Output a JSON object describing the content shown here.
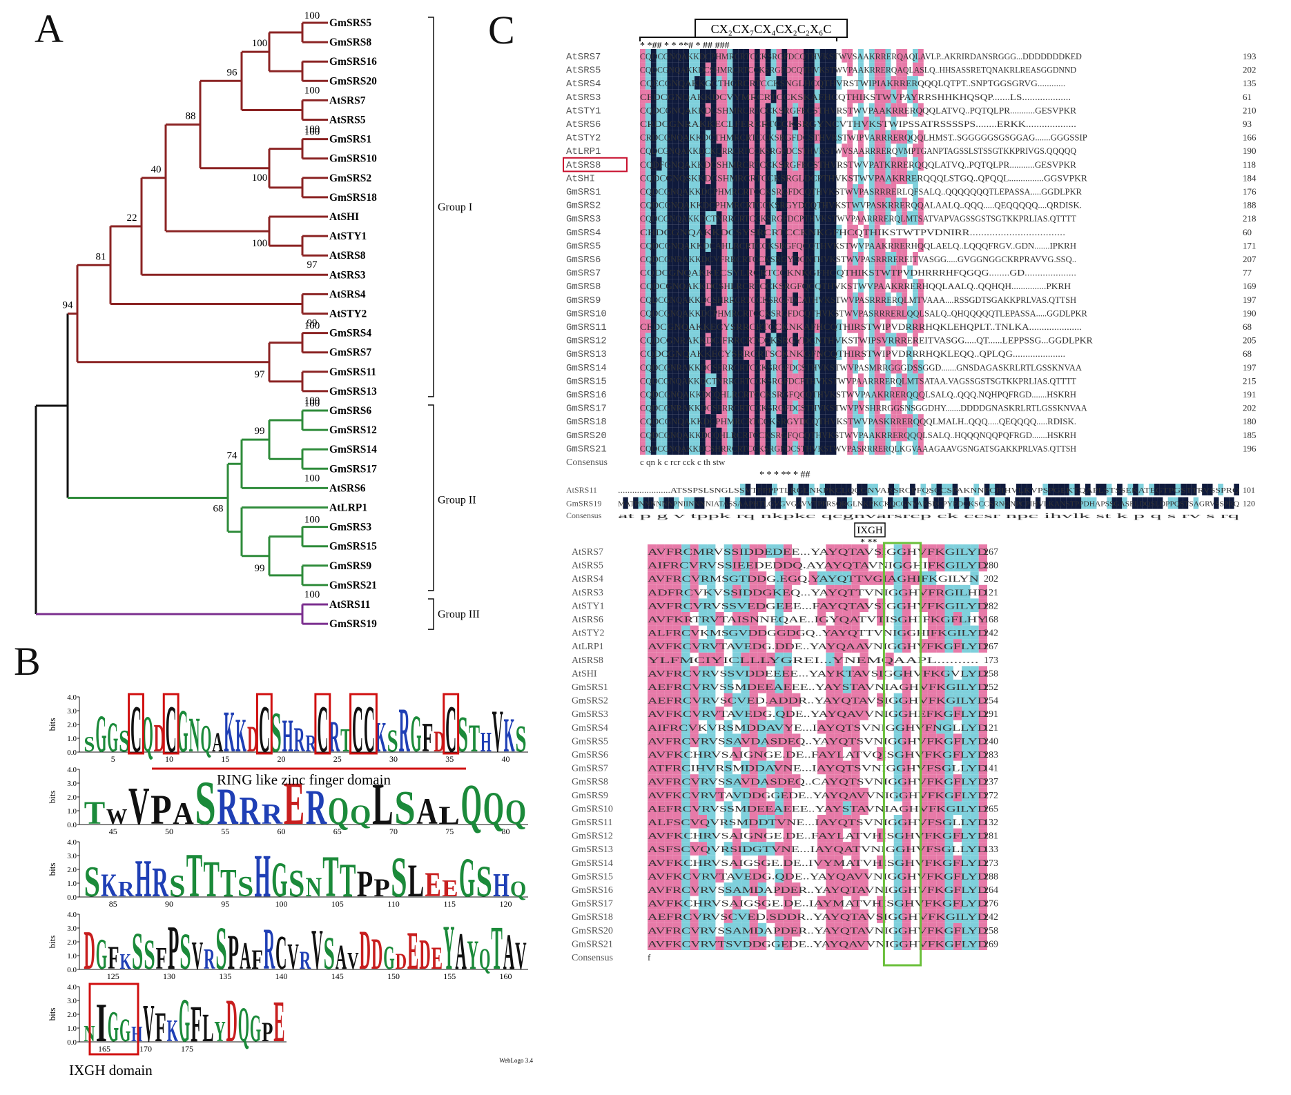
{
  "panels": {
    "a": "A",
    "b": "B",
    "c": "C"
  },
  "tree": {
    "leaves": [
      {
        "name": "GmSRS5",
        "color": "#8b2323"
      },
      {
        "name": "GmSRS8",
        "color": "#8b2323"
      },
      {
        "name": "GmSRS16",
        "color": "#8b2323"
      },
      {
        "name": "GmSRS20",
        "color": "#8b2323"
      },
      {
        "name": "AtSRS7",
        "color": "#8b2323"
      },
      {
        "name": "AtSRS5",
        "color": "#8b2323"
      },
      {
        "name": "GmSRS1",
        "color": "#8b2323"
      },
      {
        "name": "GmSRS10",
        "color": "#8b2323"
      },
      {
        "name": "GmSRS2",
        "color": "#8b2323"
      },
      {
        "name": "GmSRS18",
        "color": "#8b2323"
      },
      {
        "name": "AtSHI",
        "color": "#8b2323"
      },
      {
        "name": "AtSTY1",
        "color": "#8b2323"
      },
      {
        "name": "AtSRS8",
        "color": "#8b2323"
      },
      {
        "name": "AtSRS3",
        "color": "#8b2323"
      },
      {
        "name": "AtSRS4",
        "color": "#8b2323"
      },
      {
        "name": "AtSTY2",
        "color": "#8b2323"
      },
      {
        "name": "GmSRS4",
        "color": "#8b2323"
      },
      {
        "name": "GmSRS7",
        "color": "#8b2323"
      },
      {
        "name": "GmSRS11",
        "color": "#8b2323"
      },
      {
        "name": "GmSRS13",
        "color": "#8b2323"
      },
      {
        "name": "GmSRS6",
        "color": "#2e8b3a"
      },
      {
        "name": "GmSRS12",
        "color": "#2e8b3a"
      },
      {
        "name": "GmSRS14",
        "color": "#2e8b3a"
      },
      {
        "name": "GmSRS17",
        "color": "#2e8b3a"
      },
      {
        "name": "AtSRS6",
        "color": "#2e8b3a"
      },
      {
        "name": "AtLRP1",
        "color": "#2e8b3a"
      },
      {
        "name": "GmSRS3",
        "color": "#2e8b3a"
      },
      {
        "name": "GmSRS15",
        "color": "#2e8b3a"
      },
      {
        "name": "GmSRS9",
        "color": "#2e8b3a"
      },
      {
        "name": "GmSRS21",
        "color": "#2e8b3a"
      },
      {
        "name": "AtSRS11",
        "color": "#7b2f8f"
      },
      {
        "name": "GmSRS19",
        "color": "#7b2f8f"
      }
    ],
    "bootstrap": [
      "100",
      "100",
      "96",
      "100",
      "88",
      "100",
      "100",
      "100",
      "40",
      "22",
      "100",
      "97",
      "81",
      "99",
      "94",
      "100",
      "97",
      "100",
      "100",
      "99",
      "74",
      "68",
      "100",
      "99",
      "100",
      "100"
    ],
    "groups": [
      "Group I",
      "Group II",
      "Group III"
    ]
  },
  "logo": {
    "rows": [
      {
        "ticks": [
          "5",
          "10",
          "15",
          "20",
          "25",
          "30",
          "35",
          "40"
        ]
      },
      {
        "ticks": [
          "45",
          "50",
          "55",
          "60",
          "65",
          "70",
          "75",
          "80"
        ]
      },
      {
        "ticks": [
          "85",
          "90",
          "95",
          "100",
          "105",
          "110",
          "115",
          "120"
        ]
      },
      {
        "ticks": [
          "125",
          "130",
          "135",
          "140",
          "145",
          "150",
          "155",
          "160"
        ]
      },
      {
        "ticks": [
          "165",
          "170",
          "175"
        ]
      }
    ],
    "y_ticks": [
      "4.0",
      "3.0",
      "2.0",
      "1.0",
      "0.0"
    ],
    "y_label": "bits",
    "ring_label": "RING like zinc finger domain",
    "ixgh_label": "IXGH domain",
    "credit": "WebLogo 3.4",
    "seq1": "SGGSCQDCGNQAKKDCSHRRCRTCCKSRGFDCSTHVKS",
    "seq2": "TWVPASRRRERQQLSALQQQ",
    "seq3": "SKRHRSTTTSHGSNTTPPSLEEGSHQ",
    "seq4": "DGFKSSFPSVRSPAFRCVRVSAVDDGDEDEYAYQTAV",
    "seq5": "NIGGHVFKGFLYDQGPE"
  },
  "alignment": {
    "motif1": "CX₂CX₇CX₄CX₂C₂X₆C",
    "motif2": "IXGH",
    "block1": [
      {
        "name": "AtSRS7",
        "seq": "CQDCGNQAKKDCPHMRCRTCCKSRGFDCQTHVKSTWVSAAKRRERQAQLAVLP..AKRIRDANSRGGG...DDDDDDDKED",
        "num": "193"
      },
      {
        "name": "AtSRS5",
        "seq": "CQDCGNQAKKDCSHMRCRTCCKSRGFDCQTHVKSTWVPAAKRRERQAQLASLQ..HHSASSRETQNAKRLREASGGDNND",
        "num": "202"
      },
      {
        "name": "AtSRS4",
        "seq": "CQECGNQAKKGCTHGRCRTCCKSNGLHCQTHVRSTWIPIAKRRERQQQLQTPT..SNPTGGSGRVG............",
        "num": "135"
      },
      {
        "name": "AtSRS3",
        "seq": "CEDCGNQAKKDCVYMRCRTCCKSKAFHCQTHIKSTWVPAYRRSHHKHQSQP.......LS...................",
        "num": "61"
      },
      {
        "name": "AtSTY1",
        "seq": "CQDCGNQAKKDCSHMRCRTCCKSRGFECSTHVRSTWVPAAKRRERQQQLATVQ..PQTQLPR...........GESVPKR",
        "num": "210"
      },
      {
        "name": "AtSRS6",
        "seq": "CRDCGNRAKKECLFERCRTCCKSRGYNCVTHVKSTWIPSSATRSSSSPS........ERKK...................",
        "num": "93"
      },
      {
        "name": "AtSTY2",
        "seq": "CRDCGNQAKKDCTHMRCRTCCKSRGFDCSTHVRSTWIPVARRRERQQQLHMST..SGGGGGSGSGGAG.......GGGSSIP",
        "num": "166"
      },
      {
        "name": "AtLRP1",
        "seq": "CQDCGNQAKKDCKQRRCRTCCKSRGFDCSTHVKSTWVSAARRRERQVMPTGANPTAGSSLSTSSGTKKPRIVGS.QQQQQ",
        "num": "190"
      },
      {
        "name": "AtSRS8",
        "seq": "CQDFGNQAKKDCSHMRCRTCCKSRGFECSTHVRSTWVPATKRRERQQQLATVQ..PQTQLPR...........GESVPKR",
        "num": "118"
      },
      {
        "name": "AtSHI",
        "seq": "CQDCGNQSKKDCSHMRCRTCCKSRGLDCPTHVKSTWVPAAKRRERQQQLSTGQ..QPQQL...............GGSVPKR",
        "num": "184"
      },
      {
        "name": "GmSRS1",
        "seq": "CQDCGNQAKKDCPHMRCRTCCKSRGFDCQTHVKSTWVPASRRRERLQFSALQ..QQQQQQQTLEPASSA.....GGDLPKR",
        "num": "176"
      },
      {
        "name": "GmSRS2",
        "seq": "CQDCGNQAKKDCPHMRCRTCCKSRGYDCQTHVKSTWVPASKRRERQQALAALQ..QQQ.....QEQQQQQ....QRDISK.",
        "num": "188"
      },
      {
        "name": "GmSRS3",
        "seq": "CQDCGNQAKKDCTNRRCRTCCKSRGFDCPTHVKSTWVPAARRRERQLMTSATVAPVAGSSGSTSGTKKPRLIAS.QTTTT",
        "num": "218"
      },
      {
        "name": "GmSRS4",
        "seq": "CHDCGNQAKKDCSYSRCRTCCKNKGFHCQTHIKSTWTPVDNIRR..................................",
        "num": "60"
      },
      {
        "name": "GmSRS5",
        "seq": "CQDCGNQAKKDCAHLRCRTCCKSRGFQCQTHVKSTWVPAAKRRERHQQLAELQ..LQQQFRGV..GDN.......IPKRH",
        "num": "171"
      },
      {
        "name": "GmSRS6",
        "seq": "CQDCGNRAKKDCVFRRCRTCCKSRGYDCNTHVKSTWVPASRRREREITVASGG.....GVGGNGGCKRPRAVVG.SSQ..",
        "num": "207"
      },
      {
        "name": "GmSRS7",
        "seq": "CQDCGNQAKKECSYLRCRTCCKNKGFHCQTHIKSTWTPVDHRRRHFQGQG........GD....................",
        "num": "77"
      },
      {
        "name": "GmSRS8",
        "seq": "CQDCGNQAKKDCSHLRCRTCCKSRGFQCQTHVKSTWVPAAKRRERHQQLAALQ..QQHQH...............PKRH",
        "num": "169"
      },
      {
        "name": "GmSRS9",
        "seq": "CQDCGNQAKKDCSHRRCRTCCKSRGFDCATHVKSTWVPASRRRERQLMTVAAA....RSSGDTSGAKKPRLVAS.QTTSH",
        "num": "197"
      },
      {
        "name": "GmSRS10",
        "seq": "CQDCGNQAKKDCPHMRCRTCCKSRGFDCQTHVKSTWVPASRRRERLQQLSALQ..QHQQQQQTLEPASSA.....GGDLPKR",
        "num": "190"
      },
      {
        "name": "GmSRS11",
        "seq": "CEDCGNQAKKECYSRRCRTCCKNKAFHCQTHIRSTWIPVDRRRHQKLEHQPLT..TNLKA.....................",
        "num": "68"
      },
      {
        "name": "GmSRS12",
        "seq": "CQDCGNRAKKDCIFRRCRTCCKSRGYDCNTHVKSTWIPSVRRREREITVASGG.....QT......LEPPSSG...GGDLPKR",
        "num": "205"
      },
      {
        "name": "GmSRS13",
        "seq": "CQDCGNQAKKECYSRRCRTSCKNKGFNCQTHIRSTWIPVDRRRHQKLEQQ..QPLQG.....................",
        "num": "68"
      },
      {
        "name": "GmSRS14",
        "seq": "CQDCGNRAKKDCSFRRCRTCCKSRGFDCSTHVKSTWVPASMRRGGGDSSGGD.......GNSDAGASKRLRTLGSSKNVAA",
        "num": "197"
      },
      {
        "name": "GmSRS15",
        "seq": "CQDCGNQAKKDCTNRRCRTCCKSRGFDCPTHVKSTWVPAARRRERQLMTSATAA.VAGSSGSTSGTKKPRLIAS.QTTTT",
        "num": "215"
      },
      {
        "name": "GmSRS16",
        "seq": "CQDCGNQAKKDCQHLRCRTCCKSRGFQCQTHVKSTWVPAAKRRERQQQLSALQ..QQQ.NQHPQFRGD.......HSKRH",
        "num": "191"
      },
      {
        "name": "GmSRS17",
        "seq": "CQDCGNRAKKDCSFRRCRTCCKSRGFDCSTHVKSTWVPVSHRRGGSNSGGDHY.......DDDDGNASKRLRTLGSSKNVAA",
        "num": "202"
      },
      {
        "name": "GmSRS18",
        "seq": "CQDCGNQAKKDCPHMRCRTCCKSRGYDCQTHVKSTWVPASKRRERQQQLMALH..QQQ.....QEQQQQ.....RDISK.",
        "num": "180"
      },
      {
        "name": "GmSRS20",
        "seq": "CQDCGNQAKKDCQHLRCRTCCKSRGFQCQTHVKSTWVPAAKRRERQQQLSALQ..HQQQNQQPQFRGD.......HSKRH",
        "num": "185"
      },
      {
        "name": "GmSRS21",
        "seq": "CQDCGNQAKKDCSHRRCRTCCKSRGFDCSTHVKSTWVPASRRRERQLKGVAAAGAAVGSNGATSGAKKPRLVAS.QTTSH",
        "num": "196"
      }
    ],
    "block1_consensus_label": "Consensus",
    "block1_consensus": "c    qn   k  c     rcr  cck         c  th     stw",
    "block2": [
      {
        "name": "AtSRS11",
        "seq": "......................ATSSPSLSNGLSSVTPPPPTLRGLNKPKCLQCGNVARSRCPFQSCCSPAKNNPCPIHVLKVPSPGEKTQAPLSTSSEKATEGTPGSTTRVSSPRQ",
        "num": "101"
      },
      {
        "name": "GmSRS19",
        "seq": "MATPNNNNNNPNIINNNNIATASSAAPHTLGVGVGAVVTPPRSQRGLNKPKCKQCGNVARSRCPYEDCKSCCSRNQNPCPIHVLKANSTPPDHAPSSGASELDQSLDPPQSTSAGRVSSPRQ",
        "num": "120"
      }
    ],
    "block2_consensus_label": "Consensus",
    "block2_consensus": "                       at  p     g   v  tppk   rq  nkpkc  qcgnvarsrcp    ck  ccsr   npc  ihvlk    st     k        p     q            s  rv  s  rq",
    "block3": [
      {
        "name": "AtSRS7",
        "seq": "AVFRCMRVSSIDDEDEE...YAYQTAVSIGGHVFKGILYD",
        "num": "267"
      },
      {
        "name": "AtSRS5",
        "seq": "AIFRCVRVSSIEEDEDDQ.AYAYQTAVNIGGHIFKGILYD",
        "num": "280"
      },
      {
        "name": "AtSRS4",
        "seq": "AVFRCVRMSGTDDG.EGQ.YAYQTTVGIAGHIFKGILYN",
        "num": "202"
      },
      {
        "name": "AtSRS3",
        "seq": "ADFRCVKVSSIDDGKEQ...YAYQTTVNIGGHVFRGILHD",
        "num": "121"
      },
      {
        "name": "AtSTY1",
        "seq": "AVFRCVRVSSVEDGEEE...FAYQTAVSIGGHVFKGILYD",
        "num": "282"
      },
      {
        "name": "AtSRS6",
        "seq": "AVFKRTRVTAISNNEQAE..IGYQATVTISGHIFKGFLHY",
        "num": "168"
      },
      {
        "name": "AtSTY2",
        "seq": "ALFRCVKMSGVDDGGDGQ..YAYQTTVNIGGHIFKGILYD",
        "num": "242"
      },
      {
        "name": "AtLRP1",
        "seq": "AVFKCVRVTAVEDG.DDE..YAYQAAVNIGGHVFKGFLYD",
        "num": "267"
      },
      {
        "name": "AtSRS8",
        "seq": "YLFMCIYICLLLYGREI...YNEMQAAPL..........",
        "num": "173"
      },
      {
        "name": "AtSHI",
        "seq": "AVFRCVRVSSVDDEEEE...YAYKTAVSIGGHVFKGVLYD",
        "num": "258"
      },
      {
        "name": "GmSRS1",
        "seq": "AEFRCVRVSSMDEEAEEE..YAYSTAVNIAGHVFKGILYD",
        "num": "252"
      },
      {
        "name": "GmSRS2",
        "seq": "AEFRCVRVSCVED.ADDR..YAYQTAVSIGGHVFKGILYD",
        "num": "254"
      },
      {
        "name": "GmSRS3",
        "seq": "AVFKCVRVTAVEDG.QDE..YAYQAVVNIGGHEFKGFLYD",
        "num": "291"
      },
      {
        "name": "GmSRS4",
        "seq": "AIFRCVKVRSMDDAVYE...IAYQTSVNIGGHVFNGLLYD",
        "num": "121"
      },
      {
        "name": "GmSRS5",
        "seq": "AVFRCVRVSSAVDASDEQ..YAYQTSVNIGGHVFKGFLYD",
        "num": "240"
      },
      {
        "name": "GmSRS6",
        "seq": "AVFKCHRVSAIGNGE.DE..FAYLATVQISGHVFKGFLYD",
        "num": "283"
      },
      {
        "name": "GmSRS7",
        "seq": "ATFRCIHVRSMDDAVNE...IAYQTSVNIGGHVFSGLLYD",
        "num": "141"
      },
      {
        "name": "GmSRS8",
        "seq": "AVFRCVRVSSAVDASDEQ..CAYQTSVNIGGHVFKGFLYD",
        "num": "237"
      },
      {
        "name": "GmSRS9",
        "seq": "AVFKCVRVTAVDDGGEDE..YAYQAVVNIGGHVFKGFLYD",
        "num": "272"
      },
      {
        "name": "GmSRS10",
        "seq": "AEFRCVRVSSMDEEAEEE..YAYSTAVNIAGHVFKGILYD",
        "num": "265"
      },
      {
        "name": "GmSRS11",
        "seq": "ALFSCVQVRSMDDTVNE...IAYQTSVNIGGHVFSGLLYD",
        "num": "132"
      },
      {
        "name": "GmSRS12",
        "seq": "AVFKCHRVSAIGNGE.DE..FAYLATVHISGHVFKGFLYD",
        "num": "281"
      },
      {
        "name": "GmSRS13",
        "seq": "ASFSCVQVRSIDGTVNE...IAYQATVNIGGHVFSGLLYD",
        "num": "133"
      },
      {
        "name": "GmSRS14",
        "seq": "AVFKCHRVSAIGSGE.DE..IVYMATVHISGHVFKGFLYD",
        "num": "273"
      },
      {
        "name": "GmSRS15",
        "seq": "AVFKCVRVTAVEDG.QDE..YAYQAVVNIGGHVFKGFLYD",
        "num": "288"
      },
      {
        "name": "GmSRS16",
        "seq": "AVFRCVRVSSAMDAPDER..YAYQTAVNIGGHVFKGFLYD",
        "num": "264"
      },
      {
        "name": "GmSRS17",
        "seq": "AVFKCHRVSAIGSGE.DE..IAYMATVHISGHVFKGFLYD",
        "num": "276"
      },
      {
        "name": "GmSRS18",
        "seq": "AEFRCVRVSCVED.SDDR..YAYQTAVSIGGHVFKGILYD",
        "num": "242"
      },
      {
        "name": "GmSRS20",
        "seq": "AVFRCVRVSSAMDAPDER..YAYQTAVNIGGHVFKGFLYD",
        "num": "258"
      },
      {
        "name": "GmSRS21",
        "seq": "AVFKCVRVTSVDDGGEDE..YAYQAVVNIGGHVFKGFLYD",
        "num": "269"
      }
    ],
    "block3_consensus_label": "Consensus",
    "block3_consensus": "  f",
    "highlighted": "AtSRS8",
    "colors": {
      "dark": "#0f1a3c",
      "pink": "#e77aa8",
      "cyan": "#7fd0dc",
      "red": "#c8102e",
      "green": "#6abf3a"
    }
  }
}
